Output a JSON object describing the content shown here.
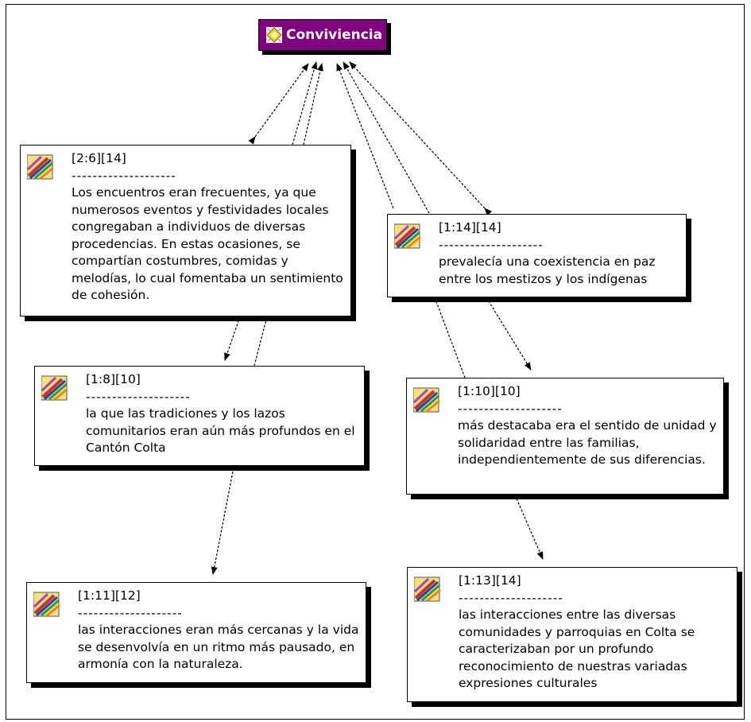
{
  "code_node": {
    "label": "Conviviencia",
    "icon": "code-diamond-icon",
    "color": "#800080"
  },
  "separator": "--------------------",
  "quotations": [
    {
      "id": "q-2-6",
      "ref": "[2:6][14]",
      "text": "Los encuentros eran frecuentes, ya que numerosos eventos y festividades locales congregaban a individuos de diversas procedencias. En estas ocasiones, se compartían costumbres, comidas y melodías, lo cual fomentaba un sentimiento de cohesión."
    },
    {
      "id": "q-1-14",
      "ref": "[1:14][14]",
      "text": "prevalecía una coexistencia en paz entre los mestizos y los indígenas"
    },
    {
      "id": "q-1-8",
      "ref": "[1:8][10]",
      "text": " la que las tradiciones y los lazos comunitarios eran aún más profundos en el Cantón Colta"
    },
    {
      "id": "q-1-10",
      "ref": "[1:10][10]",
      "text": "más destacaba era el sentido de unidad y solidaridad entre las familias, independientemente de sus diferencias."
    },
    {
      "id": "q-1-11",
      "ref": "[1:11][12]",
      "text": "las interacciones eran más cercanas y la vida se desenvolvía en un ritmo más pausado, en armonía con la naturaleza."
    },
    {
      "id": "q-1-13",
      "ref": "[1:13][14]",
      "text": " las interacciones entre las diversas comunidades y parroquias en Colta se caracterizaban por un profundo reconocimiento de nuestras variadas expresiones culturales"
    }
  ]
}
